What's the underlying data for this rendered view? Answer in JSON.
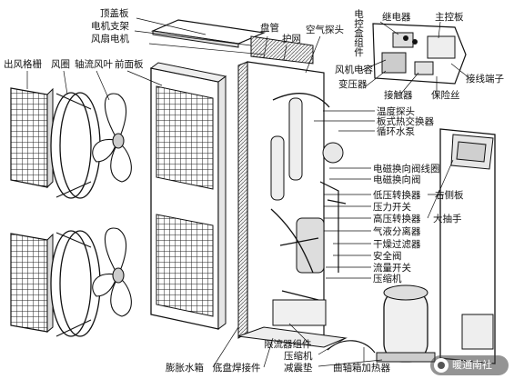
{
  "labels": {
    "top_cover": "顶盖板",
    "motor_bracket": "电机支架",
    "fan_motor": "风扇电机",
    "coil_pipe": "盘管",
    "guard_net": "护网",
    "air_probe": "空气探头",
    "control_box_group": "电控盒组件",
    "relay": "继电器",
    "main_board": "主控板",
    "outlet_grille": "出风格栅",
    "fan_ring": "风圈",
    "axial_fan_blade": "轴流风叶",
    "front_panel": "前面板",
    "fan_capacitor": "风机电容",
    "transformer": "变压器",
    "contactor": "接触器",
    "terminal_block": "接线端子",
    "fuse": "保险丝",
    "temp_probe": "温度探头",
    "plate_heat_exchanger": "板式热交换器",
    "circulation_pump": "循环水泵",
    "solenoid_coil": "电磁换向阀线圈",
    "solenoid_valve": "电磁换向阀",
    "low_pressure_converter": "低压转换器",
    "right_side_panel": "右侧板",
    "pressure_switch": "压力开关",
    "high_pressure_converter": "高压转换器",
    "big_handle": "大抽手",
    "gas_liquid_separator": "气液分离器",
    "drying_filter": "干燥过滤器",
    "safety_valve": "安全阀",
    "flow_switch": "流量开关",
    "compressor_top": "压缩机",
    "restrictor_group": "限流器组件",
    "compressor_bottom": "压缩机",
    "damping_pad": "减震垫",
    "expansion_tank": "膨胀水箱",
    "base_pan_weld": "底盘焊接件",
    "crankcase_heater": "曲轴箱加热器"
  },
  "watermark": "暖通南社"
}
